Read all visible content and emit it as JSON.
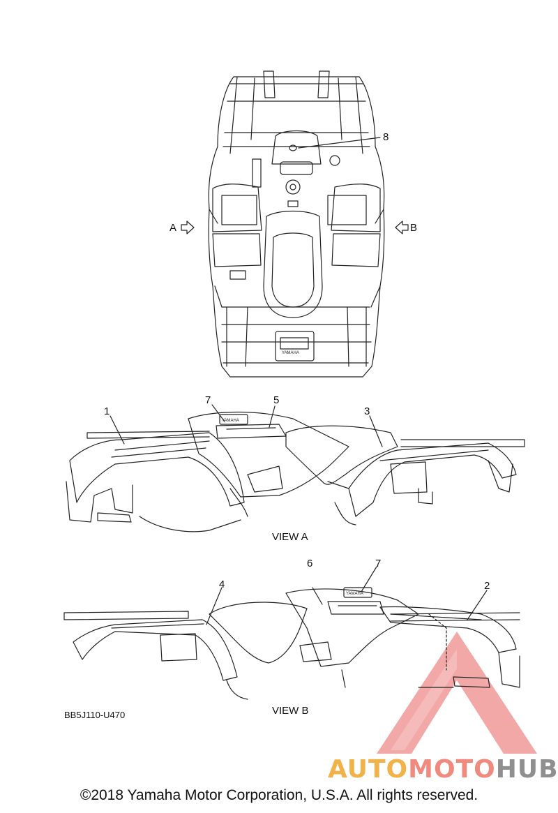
{
  "callouts": {
    "c1": "1",
    "c2": "2",
    "c3": "3",
    "c4": "4",
    "c5": "5",
    "c6": "6",
    "c7a": "7",
    "c7b": "7",
    "c8": "8"
  },
  "arrows": {
    "a_label": "A",
    "b_label": "B"
  },
  "views": {
    "view_a": "VIEW A",
    "view_b": "VIEW B"
  },
  "part_code": "BB5J110-U470",
  "emblem_text": "YAMAHA",
  "copyright": "©2018 Yamaha Motor Corporation, U.S.A. All rights reserved.",
  "watermark": {
    "part1": "AUTO",
    "part2": "MOTO",
    "part3": "HUB",
    "colors": {
      "auto": "#f2b24a",
      "moto": "#f08a7e",
      "hub": "#8f8f8f",
      "triangle": "#ee8a8a"
    }
  }
}
